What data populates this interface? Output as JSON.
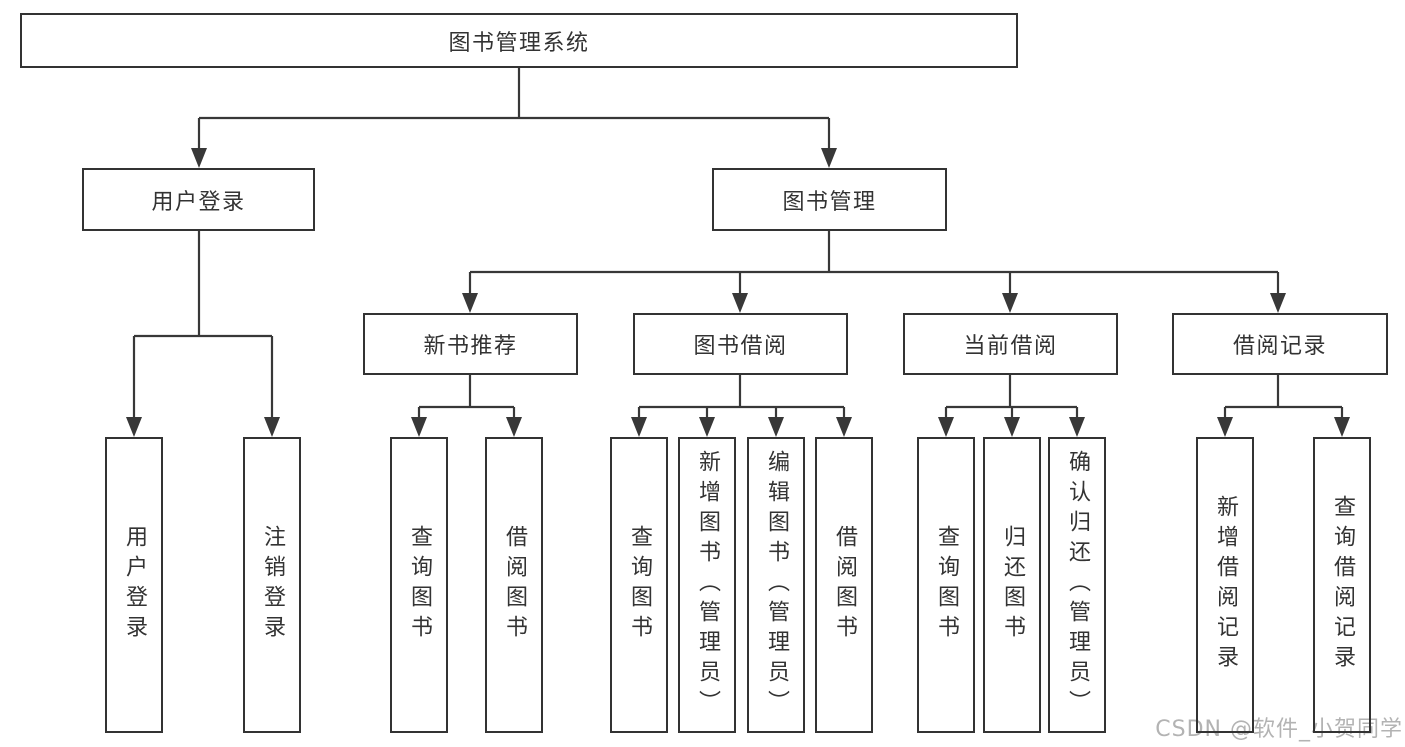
{
  "diagram_type": "hierarchy",
  "colors": {
    "line": "#383838",
    "box_border": "#333333",
    "text": "#333333",
    "background": "#ffffff",
    "watermark": "#b3b3b3"
  },
  "tree": {
    "label": "图书管理系统",
    "children": [
      {
        "label": "用户登录",
        "children": [
          {
            "label": "用户登录"
          },
          {
            "label": "注销登录"
          }
        ]
      },
      {
        "label": "图书管理",
        "children": [
          {
            "label": "新书推荐",
            "children": [
              {
                "label": "查询图书"
              },
              {
                "label": "借阅图书"
              }
            ]
          },
          {
            "label": "图书借阅",
            "children": [
              {
                "label": "查询图书"
              },
              {
                "label": "新增图书（管理员）"
              },
              {
                "label": "编辑图书（管理员）"
              },
              {
                "label": "借阅图书"
              }
            ]
          },
          {
            "label": "当前借阅",
            "children": [
              {
                "label": "查询图书"
              },
              {
                "label": "归还图书"
              },
              {
                "label": "确认归还（管理员）"
              }
            ]
          },
          {
            "label": "借阅记录",
            "children": [
              {
                "label": "新增借阅记录"
              },
              {
                "label": "查询借阅记录"
              }
            ]
          }
        ]
      }
    ]
  },
  "watermark": {
    "text": "CSDN @软件_小贺同学"
  }
}
